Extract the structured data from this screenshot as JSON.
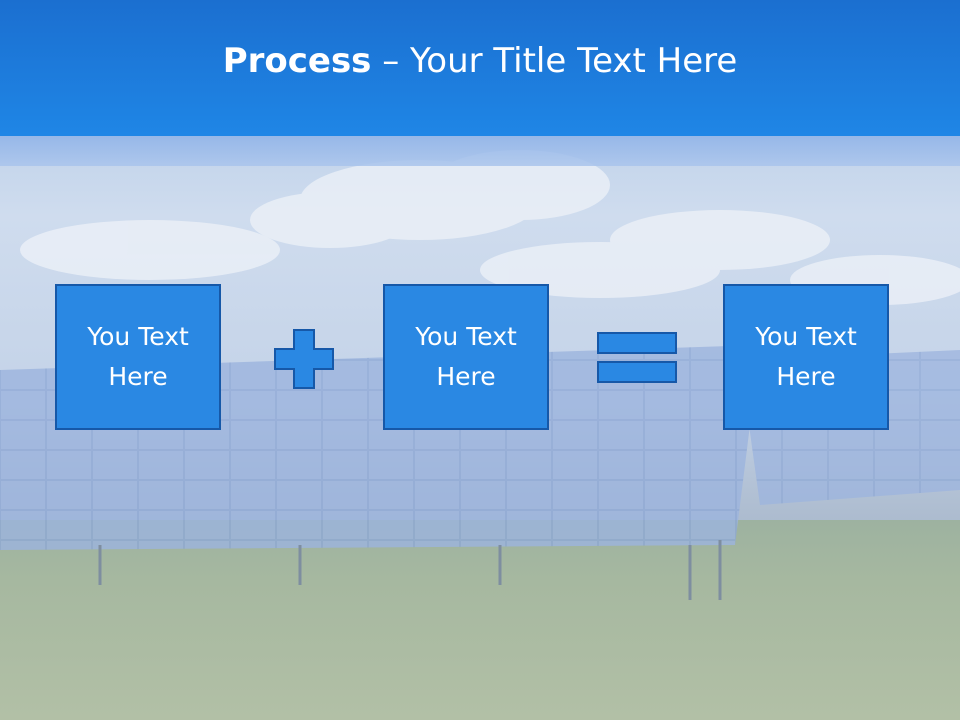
{
  "slide": {
    "title_bold": "Process",
    "title_rest": " – Your Title Text Here",
    "steps": [
      {
        "text": "You Text\nHere"
      },
      {
        "text": "You Text\nHere"
      },
      {
        "text": "You Text\nHere"
      }
    ],
    "operators": [
      "plus-icon",
      "equals-icon"
    ],
    "colors": {
      "header": "#1f86e6",
      "box": "#2a88e3",
      "box_border": "#1658a8"
    }
  }
}
